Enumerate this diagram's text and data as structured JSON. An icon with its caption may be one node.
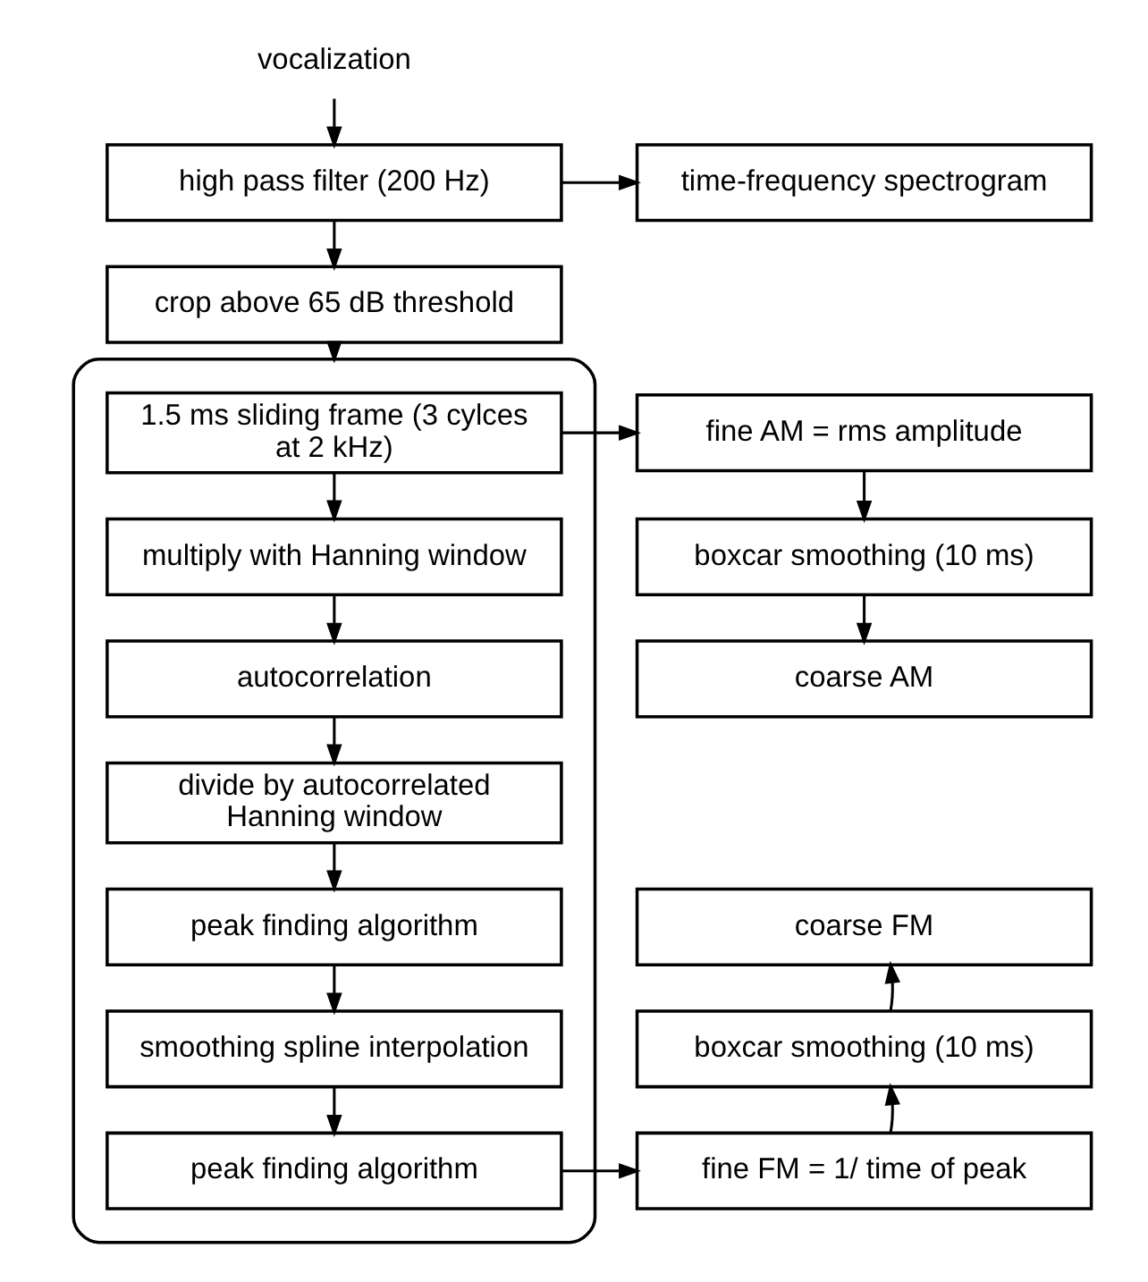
{
  "diagram": {
    "nodes": [
      {
        "text": [
          "vocalization"
        ]
      },
      {
        "text": [
          "high pass filter (200 Hz)"
        ]
      },
      {
        "text": [
          "time-frequency spectrogram"
        ]
      },
      {
        "text": [
          "crop above 65 dB threshold"
        ]
      },
      {
        "text": [],
        "shape": "box"
      },
      {
        "text": [
          "1.5 ms sliding frame (3 cylces at 2 kHz)"
        ],
        "in": 4
      },
      {
        "text": [
          "multiply with Hanning window"
        ],
        "in": 4
      },
      {
        "text": [
          "autocorrelation"
        ],
        "in": 4
      },
      {
        "text": [
          "divide by autocorrelated Hanning window"
        ],
        "in": 4
      },
      {
        "text": [
          "peak finding algorithm"
        ],
        "in": 4
      },
      {
        "text": [
          "smoothing spline interpolation"
        ],
        "in": 4
      },
      {
        "text": [
          "peak finding algorithm"
        ],
        "in": 4
      },
      {
        "text": [
          "fine AM = rms amplitude"
        ]
      },
      {
        "text": [
          "boxcar smoothing (10 ms)"
        ]
      },
      {
        "text": [
          "coarse AM"
        ]
      },
      {
        "text": [
          "coarse FM"
        ]
      },
      {
        "text": [
          "boxcar smoothing (10 ms)"
        ]
      },
      {
        "text": [
          "fine FM = 1/ time of peak"
        ]
      }
    ],
    "edges": [
      {
        "from": 0,
        "to": 1,
        "arrow": "to"
      },
      {
        "from": 1,
        "to": 2,
        "arrow": "to"
      },
      {
        "from": 1,
        "to": 3,
        "arrow": "to"
      },
      {
        "from": 3,
        "to": 4,
        "arrow": "to"
      },
      {
        "from": 5,
        "to": 6,
        "arrow": "to"
      },
      {
        "from": 6,
        "to": 7,
        "arrow": "to"
      },
      {
        "from": 7,
        "to": 8,
        "arrow": "to"
      },
      {
        "from": 8,
        "to": 9,
        "arrow": "to"
      },
      {
        "from": 9,
        "to": 10,
        "arrow": "to"
      },
      {
        "from": 10,
        "to": 11,
        "arrow": "to"
      },
      {
        "from": 5,
        "to": 12,
        "arrow": "to"
      },
      {
        "from": 12,
        "to": 13,
        "arrow": "to"
      },
      {
        "from": 13,
        "to": 14,
        "arrow": "to"
      },
      {
        "from": 11,
        "to": 17,
        "arrow": "to"
      },
      {
        "from": 17,
        "to": 16,
        "arrow": "to"
      },
      {
        "from": 16,
        "to": 15,
        "arrow": "to"
      }
    ]
  }
}
